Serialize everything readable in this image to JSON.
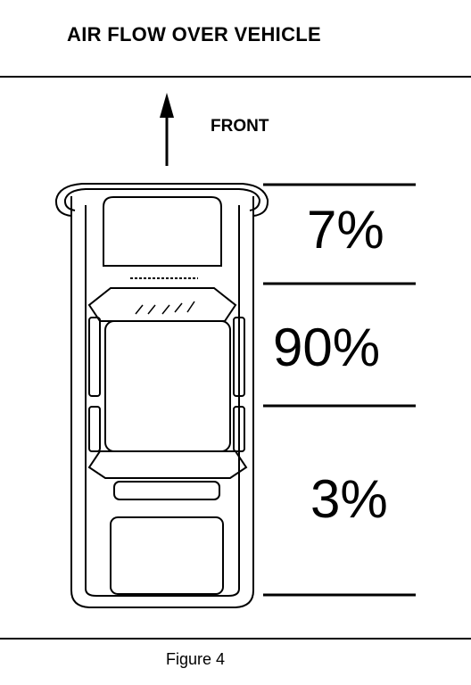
{
  "title": "AIR FLOW OVER VEHICLE",
  "front_label": "FRONT",
  "sections": [
    {
      "id": "front",
      "percent": "7%"
    },
    {
      "id": "middle",
      "percent": "90%"
    },
    {
      "id": "rear",
      "percent": "3%"
    }
  ],
  "caption": "Figure 4",
  "colors": {
    "ink": "#000000",
    "paper": "#ffffff"
  }
}
